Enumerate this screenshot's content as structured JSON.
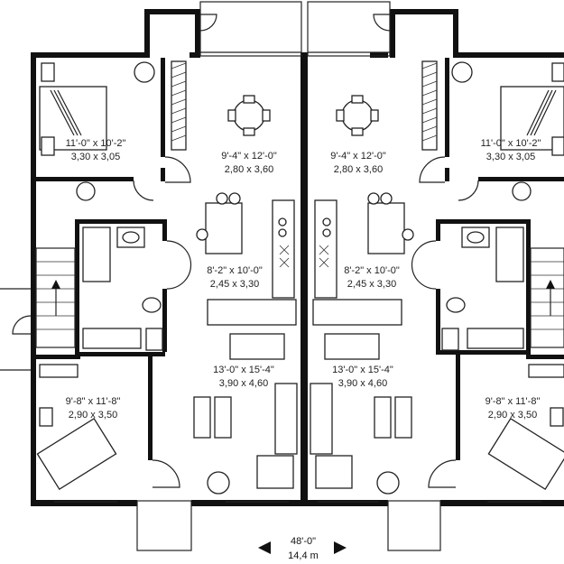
{
  "plan": {
    "rooms": {
      "left_bedroom_top": {
        "imperial": "11'-0\" x 10'-2\"",
        "metric": "3,30 x 3,05"
      },
      "left_dining": {
        "imperial": "9'-4\" x 12'-0\"",
        "metric": "2,80 x 3,60"
      },
      "right_dining": {
        "imperial": "9'-4\" x 12'-0\"",
        "metric": "2,80 x 3,60"
      },
      "right_bedroom_top": {
        "imperial": "11'-0\" x 10'-2\"",
        "metric": "3,30 x 3,05"
      },
      "left_kitchen": {
        "imperial": "8'-2\" x 10'-0\"",
        "metric": "2,45 x 3,30"
      },
      "right_kitchen": {
        "imperial": "8'-2\" x 10'-0\"",
        "metric": "2,45 x 3,30"
      },
      "left_living": {
        "imperial": "13'-0\" x 15'-4\"",
        "metric": "3,90 x 4,60"
      },
      "right_living": {
        "imperial": "13'-0\" x 15'-4\"",
        "metric": "3,90 x 4,60"
      },
      "left_bedroom_bottom": {
        "imperial": "9'-8\" x 11'-8\"",
        "metric": "2,90 x 3,50"
      },
      "right_bedroom_bottom": {
        "imperial": "9'-8\" x 11'-8\"",
        "metric": "2,90 x 3,50"
      }
    },
    "overall_width": {
      "imperial": "48'-0\"",
      "metric": "14,4 m"
    }
  }
}
